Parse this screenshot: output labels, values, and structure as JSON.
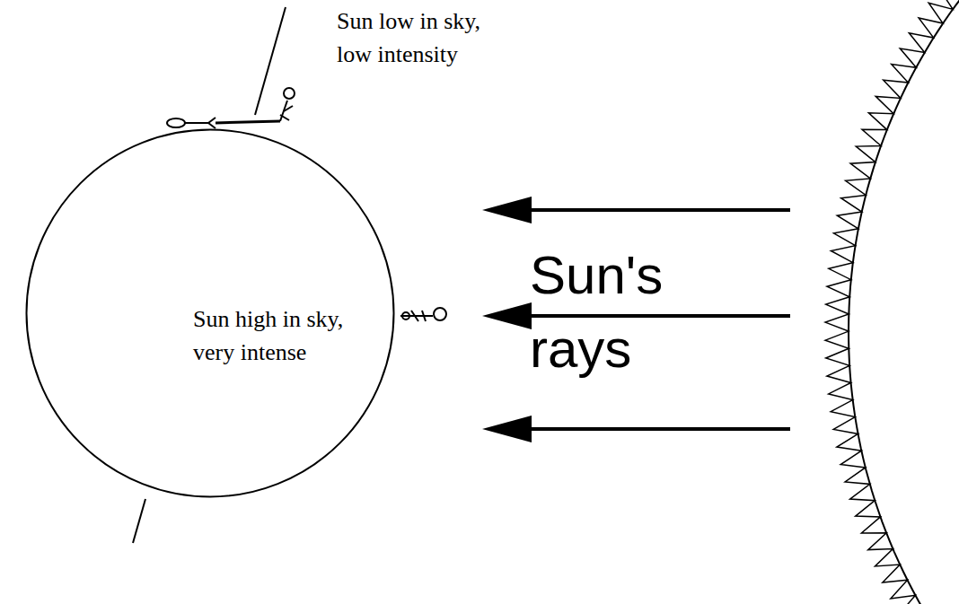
{
  "diagram": {
    "nodes": [
      {
        "text": [
          "Sun high in sky, very intense"
        ]
      }
    ],
    "labels": [
      "Sun low in sky, low intensity",
      "Sun's rays"
    ]
  }
}
